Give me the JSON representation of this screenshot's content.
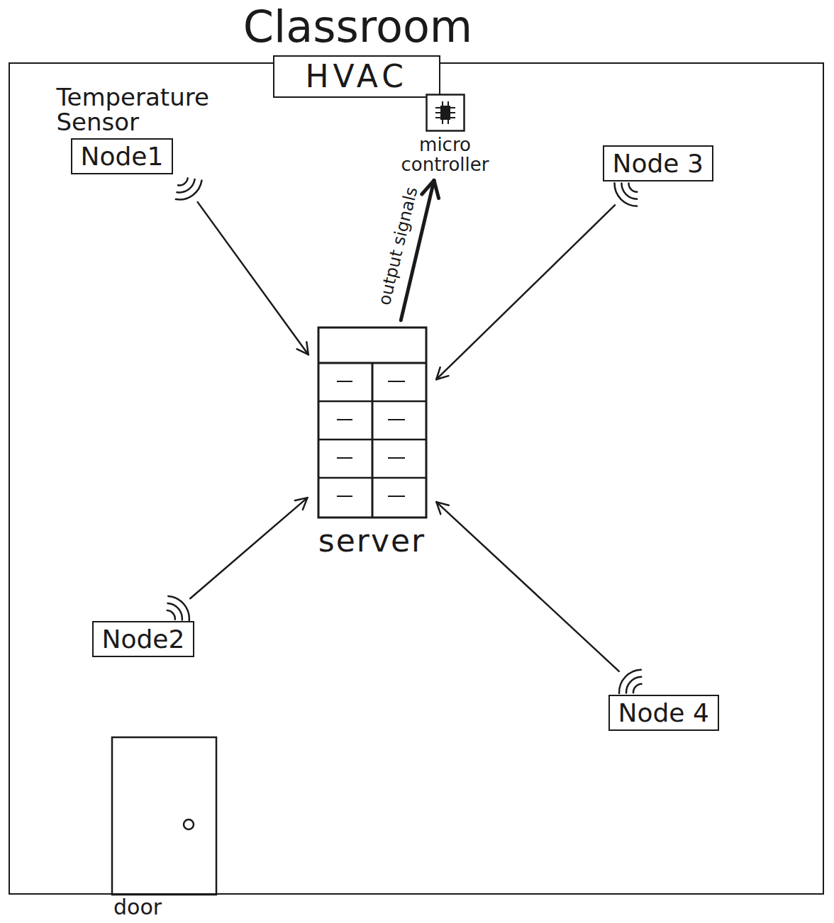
{
  "diagram": {
    "nodes": [
      {
        "text": [
          "Classroom"
        ]
      },
      {
        "text": [
          "HVAC"
        ],
        "in": 0
      },
      {
        "text": [
          "Temperature Sensor",
          "Node1"
        ],
        "in": 0
      },
      {
        "text": [
          "micro controller"
        ],
        "in": 0
      },
      {
        "text": [
          "Node 3"
        ],
        "in": 0
      },
      {
        "text": [
          "server"
        ],
        "in": 0
      },
      {
        "text": [
          "Node2"
        ],
        "in": 0
      },
      {
        "text": [
          "Node 4"
        ],
        "in": 0
      }
    ],
    "edges": [
      {
        "from": 2,
        "to": 5,
        "arrow": "to"
      },
      {
        "from": 4,
        "to": 5,
        "arrow": "to"
      },
      {
        "from": 6,
        "to": 5,
        "arrow": "to"
      },
      {
        "from": 7,
        "to": 5,
        "arrow": "to"
      },
      {
        "from": 5,
        "to": 3,
        "label": "output signals",
        "arrow": "to"
      }
    ],
    "labels": [
      "door"
    ]
  }
}
